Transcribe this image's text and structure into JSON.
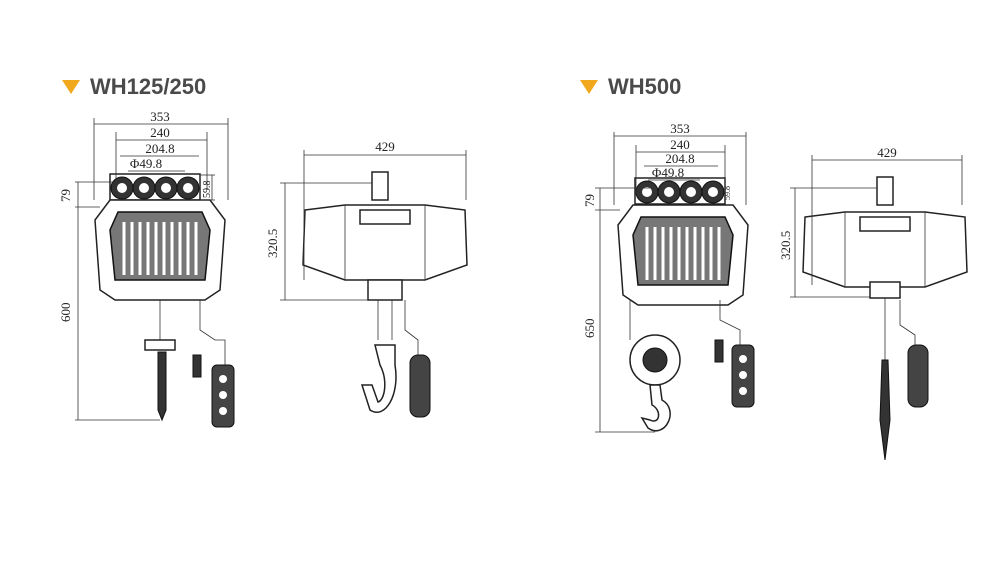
{
  "models": [
    {
      "title": "WH125/250",
      "front_dims": {
        "width_overall": "353",
        "width_frame": "240",
        "width_wheels": "204.8",
        "wheel_diameter": "Φ49.8",
        "wheel_height": "59.8",
        "top_height": "79",
        "total_height": "600"
      },
      "side_dims": {
        "depth": "429",
        "height": "320.5"
      }
    },
    {
      "title": "WH500",
      "front_dims": {
        "width_overall": "353",
        "width_frame": "240",
        "width_wheels": "204.8",
        "wheel_diameter": "Φ49.8",
        "wheel_height": "59.8",
        "top_height": "79",
        "total_height": "650"
      },
      "side_dims": {
        "depth": "429",
        "height": "320.5"
      }
    }
  ],
  "colors": {
    "accent": "#f2a81d",
    "title": "#4a4a4a"
  }
}
